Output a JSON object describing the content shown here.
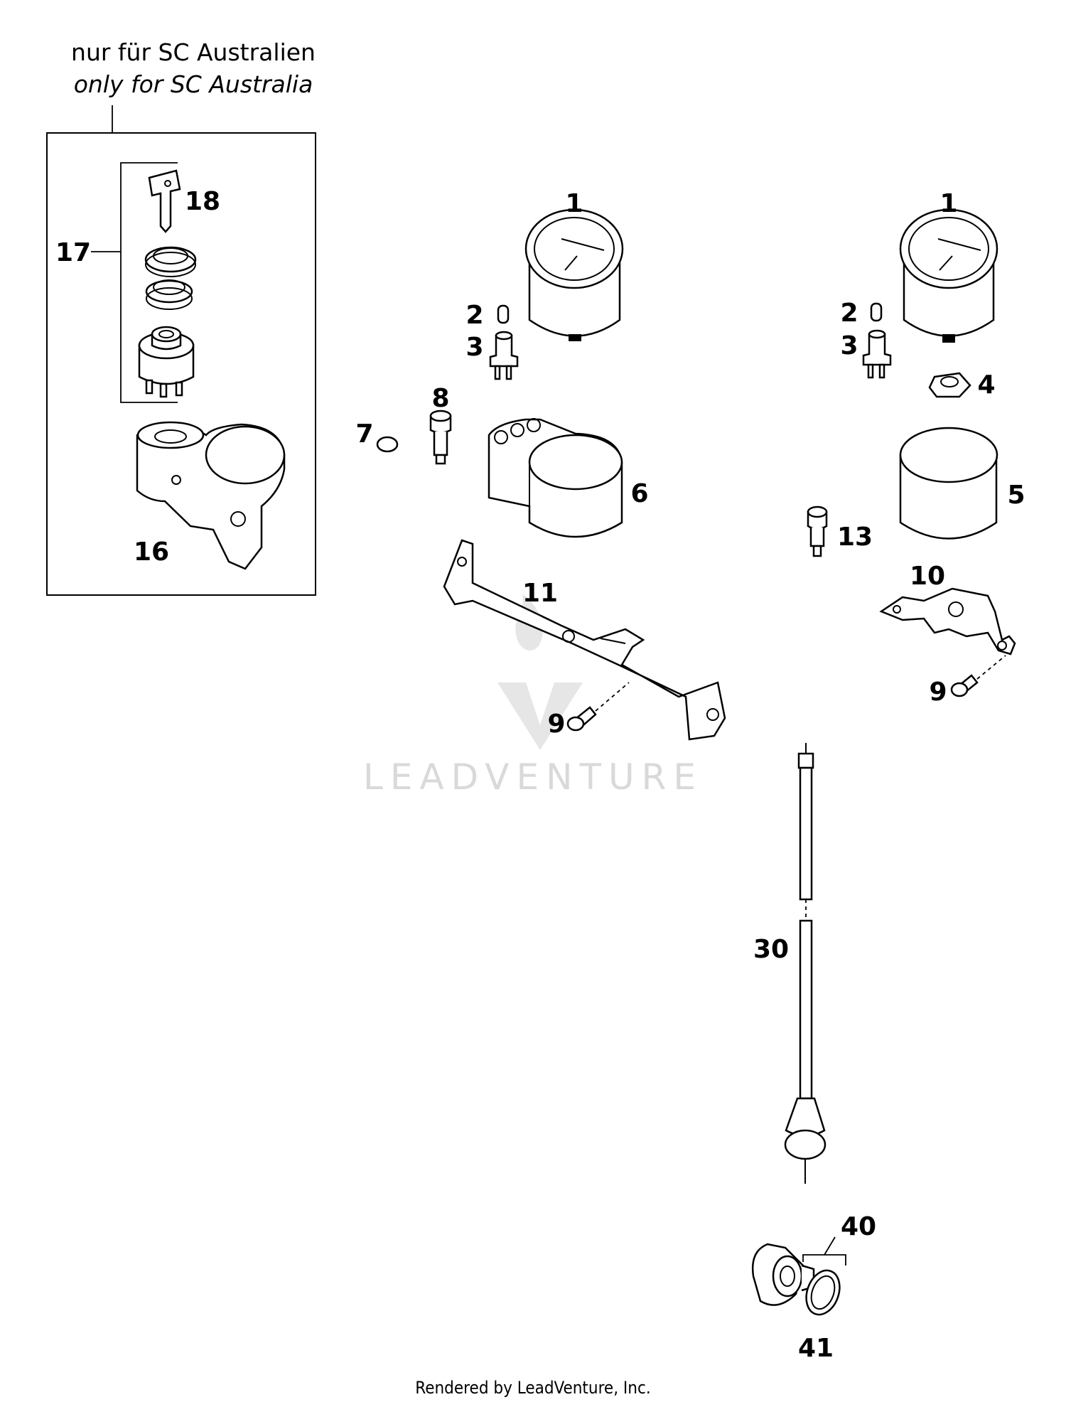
{
  "note": {
    "german": "nur für SC Australien",
    "english": "only for SC Australia"
  },
  "callouts": {
    "c1a": "1",
    "c1b": "1",
    "c2a": "2",
    "c2b": "2",
    "c3a": "3",
    "c3b": "3",
    "c4": "4",
    "c5": "5",
    "c6": "6",
    "c7": "7",
    "c8": "8",
    "c9a": "9",
    "c9b": "9",
    "c10": "10",
    "c11": "11",
    "c13": "13",
    "c16": "16",
    "c17": "17",
    "c18": "18",
    "c30": "30",
    "c40": "40",
    "c41": "41"
  },
  "watermark": "LEADVENTURE",
  "footer": "Rendered by LeadVenture, Inc."
}
